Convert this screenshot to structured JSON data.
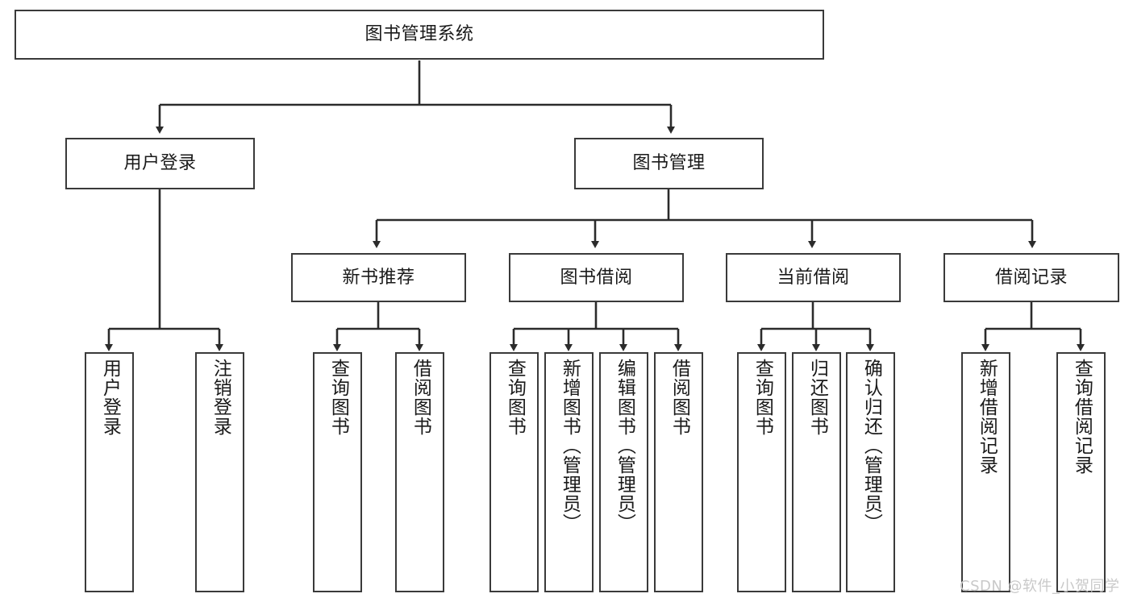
{
  "diagram": {
    "type": "tree-hierarchy-chart",
    "title": "图书管理系统",
    "watermark": "CSDN @软件_小贺同学",
    "colors": {
      "box_border": "#3a3a3a",
      "box_fill": "#ffffff",
      "edge": "#2b2b2b",
      "text": "#1a1a1a",
      "watermark": "#c9c9c9",
      "background": "#ffffff"
    },
    "levels": [
      {
        "level": 1,
        "nodes": [
          {
            "id": "root",
            "label": "图书管理系统",
            "orientation": "horizontal"
          }
        ]
      },
      {
        "level": 2,
        "nodes": [
          {
            "id": "login",
            "label": "用户登录",
            "orientation": "horizontal"
          },
          {
            "id": "bookmgmt",
            "label": "图书管理",
            "orientation": "horizontal"
          }
        ]
      },
      {
        "level": 3,
        "nodes": [
          {
            "id": "newbook",
            "label": "新书推荐",
            "orientation": "horizontal"
          },
          {
            "id": "borrow",
            "label": "图书借阅",
            "orientation": "horizontal"
          },
          {
            "id": "current",
            "label": "当前借阅",
            "orientation": "horizontal"
          },
          {
            "id": "record",
            "label": "借阅记录",
            "orientation": "horizontal"
          }
        ]
      },
      {
        "level": 4,
        "nodes": [
          {
            "id": "leaf1",
            "label": "用户登录",
            "orientation": "vertical",
            "parent": "login"
          },
          {
            "id": "leaf2",
            "label": "注销登录",
            "orientation": "vertical",
            "parent": "login"
          },
          {
            "id": "leaf3",
            "label": "查询图书",
            "orientation": "vertical",
            "parent": "newbook"
          },
          {
            "id": "leaf4",
            "label": "借阅图书",
            "orientation": "vertical",
            "parent": "newbook"
          },
          {
            "id": "leaf5",
            "label": "查询图书",
            "orientation": "vertical",
            "parent": "borrow"
          },
          {
            "id": "leaf6",
            "label": "新增图书（管理员）",
            "orientation": "vertical",
            "parent": "borrow"
          },
          {
            "id": "leaf7",
            "label": "编辑图书（管理员）",
            "orientation": "vertical",
            "parent": "borrow"
          },
          {
            "id": "leaf8",
            "label": "借阅图书",
            "orientation": "vertical",
            "parent": "borrow"
          },
          {
            "id": "leaf9",
            "label": "查询图书",
            "orientation": "vertical",
            "parent": "current"
          },
          {
            "id": "leaf10",
            "label": "归还图书",
            "orientation": "vertical",
            "parent": "current"
          },
          {
            "id": "leaf11",
            "label": "确认归还（管理员）",
            "orientation": "vertical",
            "parent": "current"
          },
          {
            "id": "leaf12",
            "label": "新增借阅记录",
            "orientation": "vertical",
            "parent": "record"
          },
          {
            "id": "leaf13",
            "label": "查询借阅记录",
            "orientation": "vertical",
            "parent": "record"
          }
        ]
      }
    ]
  }
}
